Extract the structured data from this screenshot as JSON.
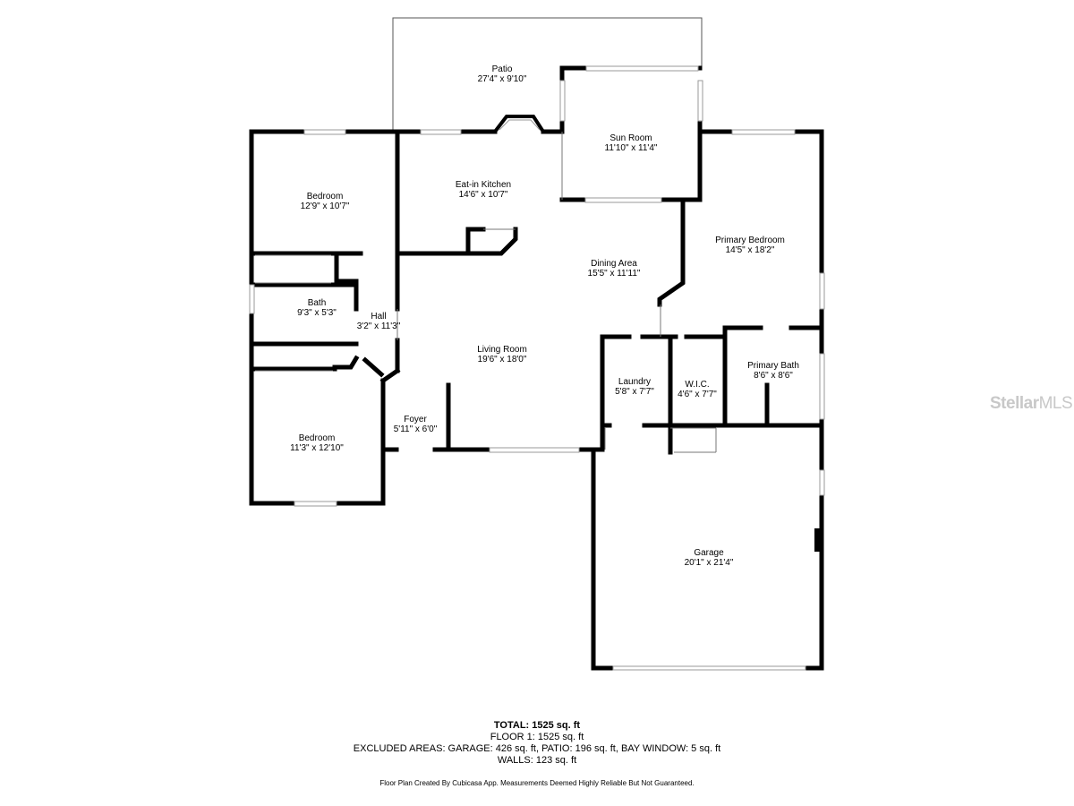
{
  "rooms": {
    "patio": {
      "name": "Patio",
      "dims": "27'4\" x 9'10\""
    },
    "sun_room": {
      "name": "Sun Room",
      "dims": "11'10\" x 11'4\""
    },
    "bedroom_1": {
      "name": "Bedroom",
      "dims": "12'9\" x 10'7\""
    },
    "kitchen": {
      "name": "Eat-in Kitchen",
      "dims": "14'6\" x 10'7\""
    },
    "primary_bedroom": {
      "name": "Primary Bedroom",
      "dims": "14'5\" x 18'2\""
    },
    "dining": {
      "name": "Dining Area",
      "dims": "15'5\" x 11'11\""
    },
    "bath": {
      "name": "Bath",
      "dims": "9'3\" x 5'3\""
    },
    "hall": {
      "name": "Hall",
      "dims": "3'2\" x 11'3\""
    },
    "living": {
      "name": "Living Room",
      "dims": "19'6\" x 18'0\""
    },
    "laundry": {
      "name": "Laundry",
      "dims": "5'8\" x 7'7\""
    },
    "wic": {
      "name": "W.I.C.",
      "dims": "4'6\" x 7'7\""
    },
    "primary_bath": {
      "name": "Primary Bath",
      "dims": "8'6\" x 8'6\""
    },
    "foyer": {
      "name": "Foyer",
      "dims": "5'11\" x 6'0\""
    },
    "bedroom_2": {
      "name": "Bedroom",
      "dims": "11'3\" x 12'10\""
    },
    "garage": {
      "name": "Garage",
      "dims": "20'1\" x 21'4\""
    }
  },
  "summary": {
    "total": "TOTAL: 1525 sq. ft",
    "floor": "FLOOR 1: 1525 sq. ft",
    "excluded": "EXCLUDED AREAS: GARAGE: 426 sq. ft, PATIO: 196 sq. ft, BAY WINDOW: 5 sq. ft",
    "walls": "WALLS: 123 sq. ft"
  },
  "credit": "Floor Plan Created By Cubicasa App. Measurements Deemed Highly Reliable But Not Guaranteed.",
  "watermark": {
    "brand": "Stellar",
    "suffix": "MLS"
  },
  "colors": {
    "wall": "#000000",
    "background": "#ffffff",
    "window": "#9a9a9a",
    "watermark": "#c8c8c8"
  }
}
